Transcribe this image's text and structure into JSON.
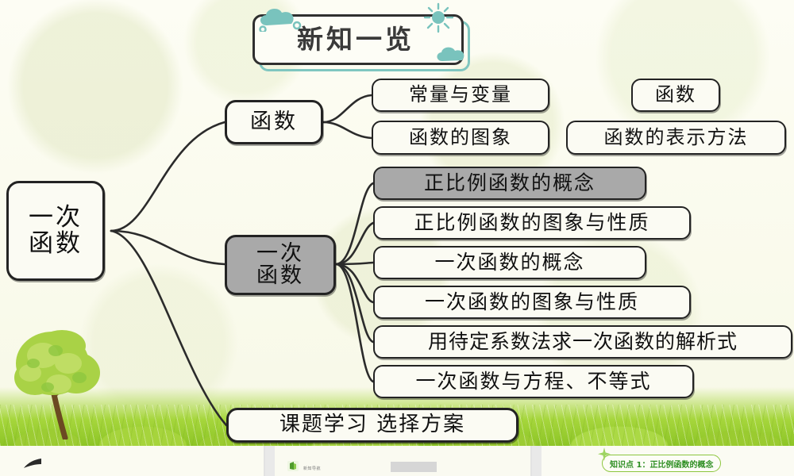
{
  "slide": {
    "title": "新知一览",
    "background_tint": "#f7f8e6",
    "accent_teal": "#7fc6c0",
    "grass_green": "#8dc526",
    "highlight_gray": "#a9a9a9"
  },
  "mindmap": {
    "root": {
      "label_line1": "一次",
      "label_line2": "函数"
    },
    "branches": [
      {
        "id": "function",
        "label": "函数",
        "highlighted": false,
        "children": [
          {
            "label": "常量与变量",
            "highlighted": false
          },
          {
            "label": "函数的图象",
            "highlighted": false
          },
          {
            "label": "函数",
            "highlighted": false
          },
          {
            "label": "函数的表示方法",
            "highlighted": false
          }
        ]
      },
      {
        "id": "linear-function",
        "label_line1": "一次",
        "label_line2": "函数",
        "highlighted": true,
        "children": [
          {
            "label": "正比例函数的概念",
            "highlighted": true
          },
          {
            "label": "正比例函数的图象与性质",
            "highlighted": false
          },
          {
            "label": "一次函数的概念",
            "highlighted": false
          },
          {
            "label": "一次函数的图象与性质",
            "highlighted": false
          },
          {
            "label": "用待定系数法求一次函数的解析式",
            "highlighted": false
          },
          {
            "label": "一次函数与方程、不等式",
            "highlighted": false
          }
        ]
      },
      {
        "id": "project-study",
        "label": "课题学习  选择方案",
        "highlighted": false,
        "children": []
      }
    ]
  },
  "decorations": {
    "cloud_left": "cloud-icon",
    "cloud_right": "cloud-icon",
    "sun": "sun-icon",
    "tree": "tree-icon",
    "grass": "grass-icon"
  },
  "footer": {
    "knowledge_point": "知识点 1：正比例函数的概念",
    "mini_tool_label": "新知导航",
    "cursor": "cursor-arrow-icon"
  }
}
